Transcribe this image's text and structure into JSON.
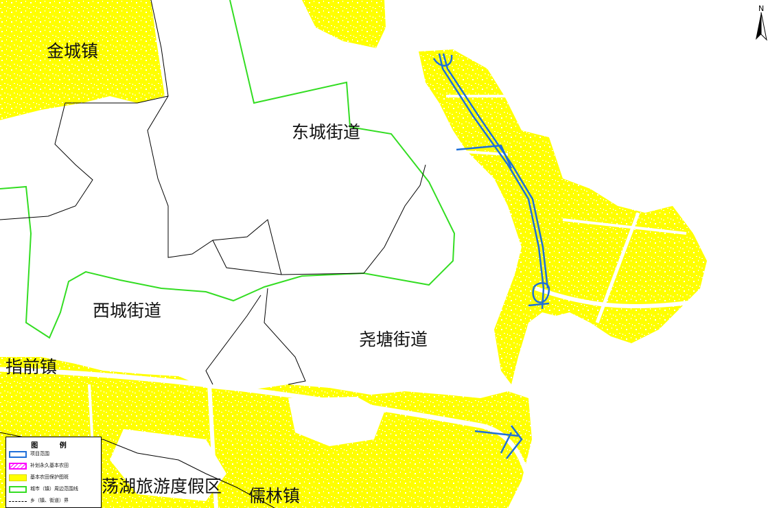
{
  "map": {
    "north_label": "N",
    "places": {
      "jincheng": "金城镇",
      "dongcheng": "东城街道",
      "xicheng": "西城街道",
      "yaotang": "尧塘街道",
      "zhiqian": "指前镇",
      "resort": "荡湖旅游度假区",
      "rulin": "儒林镇"
    }
  },
  "legend": {
    "title": "图 例",
    "items": [
      {
        "label": "项目范围",
        "symbol": "blue-outline"
      },
      {
        "label": "补划永久基本农田",
        "symbol": "magenta-hatch"
      },
      {
        "label": "基本农田保护图斑",
        "symbol": "yellow-fill"
      },
      {
        "label": "城市（镇）周边范围线",
        "symbol": "green-outline"
      },
      {
        "label": "乡（镇、街道）界",
        "symbol": "black-dashed"
      }
    ]
  },
  "colors": {
    "farmland": "#ffff00",
    "project": "#1e6fd9",
    "city_boundary": "#33dd22",
    "admin_boundary": "#000000",
    "supplement": "#ff00ff"
  }
}
